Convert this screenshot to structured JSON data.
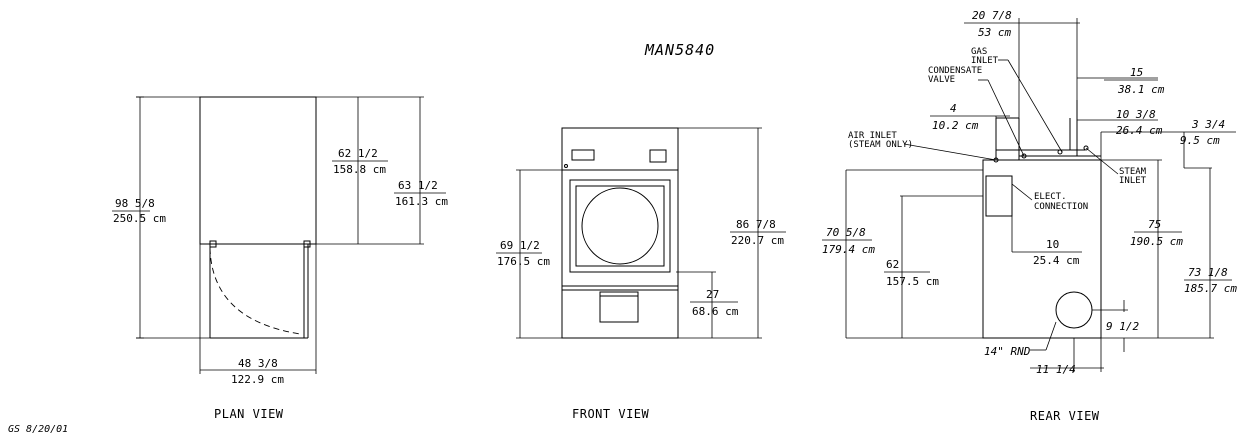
{
  "model": "MAN5840",
  "footer": "GS 8/20/01",
  "views": {
    "plan": "PLAN VIEW",
    "front": "FRONT VIEW",
    "rear": "REAR VIEW"
  },
  "plan_dims": {
    "height_in": "98 5/8",
    "height_cm": "250.5 cm",
    "depth_top_in": "62 1/2",
    "depth_top_cm": "158.8 cm",
    "depth_in": "63 1/2",
    "depth_cm": "161.3 cm",
    "width_in": "48 3/8",
    "width_cm": "122.9 cm"
  },
  "front_dims": {
    "height_in": "69 1/2",
    "height_cm": "176.5 cm",
    "overall_in": "86 7/8",
    "overall_cm": "220.7 cm",
    "door_in": "27",
    "door_cm": "68.6 cm"
  },
  "rear_dims": {
    "top_in": "20 7/8",
    "top_cm": "53 cm",
    "d15_in": "15",
    "d15_cm": "38.1 cm",
    "d4_in": "4",
    "d4_cm": "10.2 cm",
    "d10_38_in": "10 3/8",
    "d10_38_cm": "26.4 cm",
    "d3_34_in": "3 3/4",
    "d3_34_cm": "9.5 cm",
    "d10_in": "10",
    "d10_cm": "25.4 cm",
    "d70_in": "70 5/8",
    "d70_cm": "179.4 cm",
    "d62_in": "62",
    "d62_cm": "157.5 cm",
    "d75_in": "75",
    "d75_cm": "190.5 cm",
    "d73_in": "73 1/8",
    "d73_cm": "185.7 cm",
    "d9_12": "9 1/2",
    "d11_14": "11 1/4",
    "rnd": "14\" RND"
  },
  "rear_labels": {
    "gas1": "GAS",
    "gas2": "INLET",
    "cond1": "CONDENSATE",
    "cond2": "VALVE",
    "air1": "AIR INLET",
    "air2": "(STEAM ONLY)",
    "steam1": "STEAM",
    "steam2": "INLET",
    "elec1": "ELECT.",
    "elec2": "CONNECTION"
  }
}
